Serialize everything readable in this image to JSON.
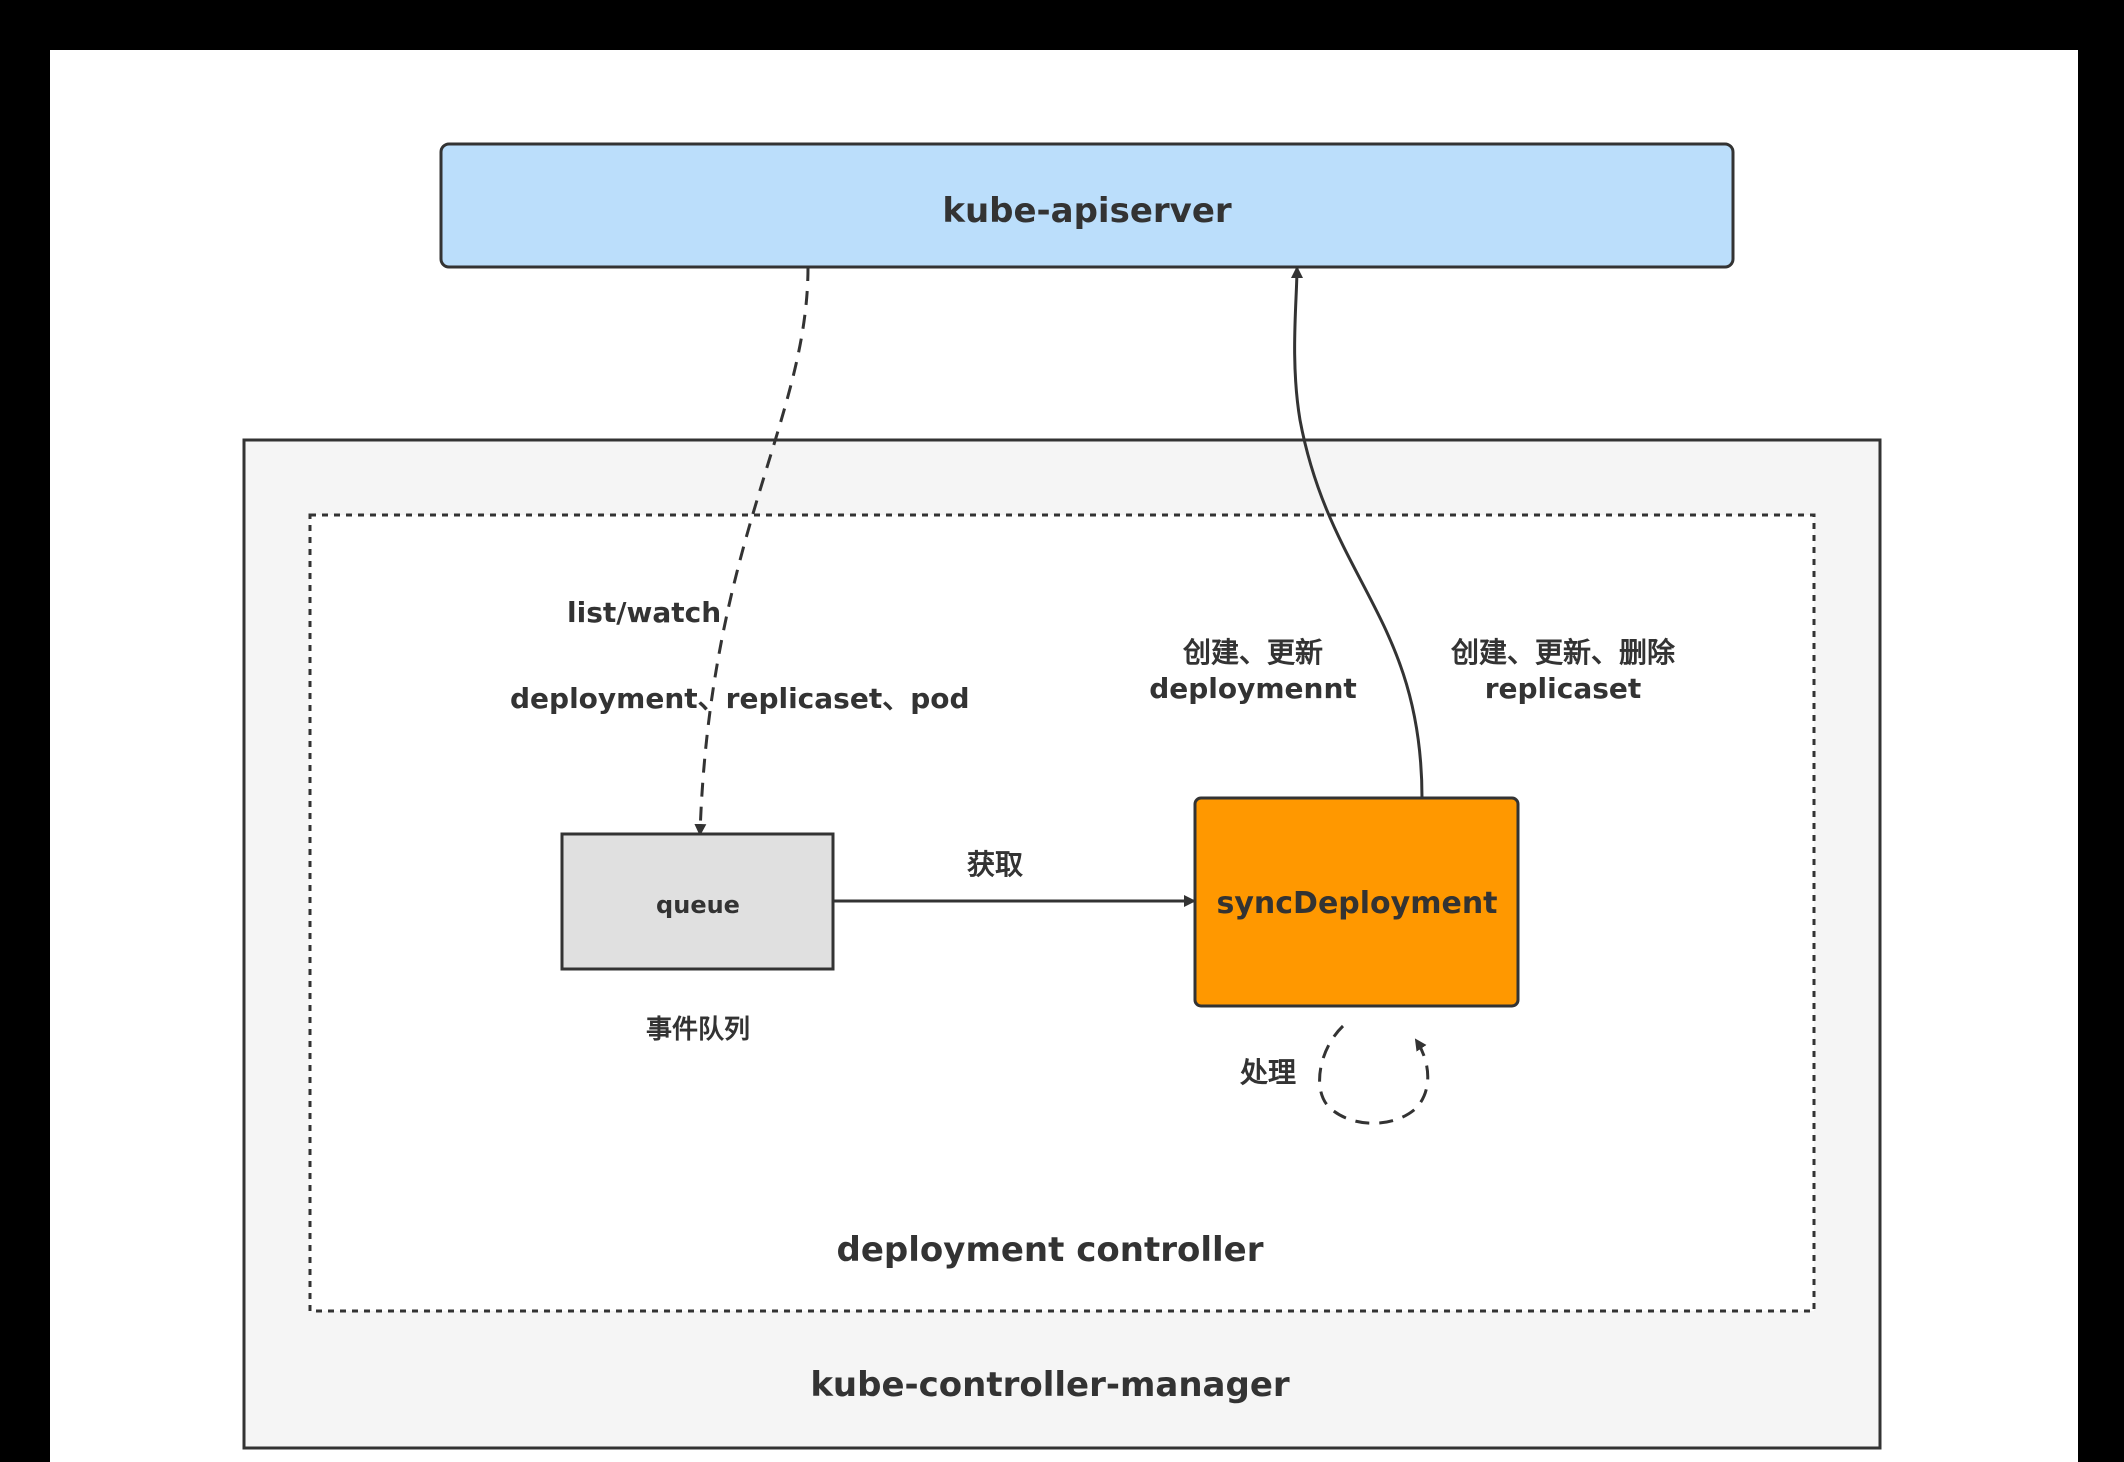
{
  "colors": {
    "outer_background": "#000000",
    "panel_background": "#ffffff",
    "apiserver_fill": "#bbdefb",
    "manager_fill": "#f5f5f5",
    "queue_fill": "#e0e0e0",
    "sync_fill": "#ff9800",
    "stroke": "#333333"
  },
  "nodes": {
    "apiserver": "kube-apiserver",
    "controller_manager": "kube-controller-manager",
    "deployment_controller": "deployment controller",
    "queue": "queue",
    "queue_caption": "事件队列",
    "sync_deployment": "syncDeployment"
  },
  "edges": {
    "list_watch": "list/watch",
    "watched_resources": "deployment、replicaset、pod",
    "fetch": "获取",
    "process": "处理",
    "update_deployment_line1": "创建、更新",
    "update_deployment_line2": "deploymennt",
    "manage_replicaset_line1": "创建、更新、删除",
    "manage_replicaset_line2": "replicaset"
  }
}
